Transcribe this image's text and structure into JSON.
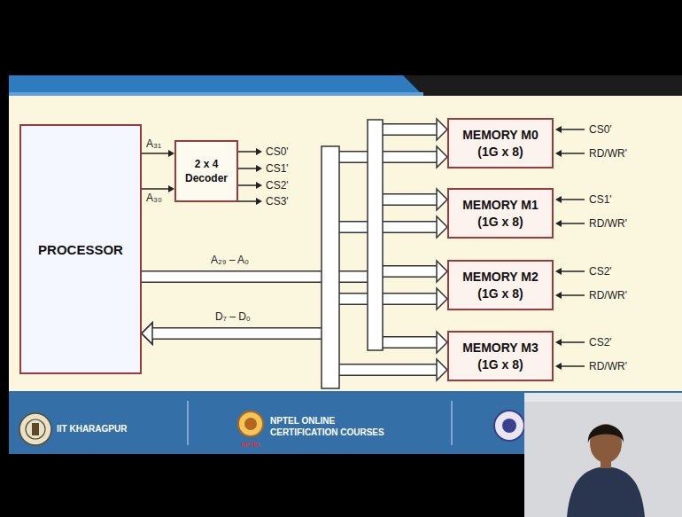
{
  "diagram": {
    "nodes": [
      {
        "text": [
          "PROCESSOR"
        ]
      },
      {
        "text": [
          "2 x 4 Decoder"
        ]
      },
      {
        "text": [
          "MEMORY M0",
          "(1G x 8)"
        ]
      },
      {
        "text": [
          "MEMORY M1",
          "(1G x 8)"
        ]
      },
      {
        "text": [
          "MEMORY M2",
          "(1G x 8)"
        ]
      },
      {
        "text": [
          "MEMORY M3",
          "(1G x 8)"
        ]
      }
    ],
    "edges": [
      {
        "from": 0,
        "to": 1,
        "arrow": "to",
        "label": "A₃₁"
      },
      {
        "from": 0,
        "to": 1,
        "arrow": "to",
        "label": "A₃₀"
      },
      {
        "from": 0,
        "to": 2,
        "arrow": "to"
      },
      {
        "from": 0,
        "to": 3,
        "arrow": "to"
      },
      {
        "from": 0,
        "to": 4,
        "arrow": "to"
      },
      {
        "from": 0,
        "to": 5,
        "arrow": "to"
      },
      {
        "from": 0,
        "to": 2,
        "arrow": "both"
      },
      {
        "from": 0,
        "to": 3,
        "arrow": "both"
      },
      {
        "from": 0,
        "to": 4,
        "arrow": "both"
      },
      {
        "from": 0,
        "to": 5,
        "arrow": "both"
      }
    ],
    "labels": [
      "CS0'",
      "CS1'",
      "CS2'",
      "CS3'",
      "A₂₉ – A₀",
      "D₇ – D₀",
      "CS0'",
      "RD/WR'",
      "CS1'",
      "RD/WR'",
      "CS2'",
      "RD/WR'",
      "CS2'",
      "RD/WR'",
      "IIT KHARAGPUR",
      "NPTEL ONLINE CERTIFICATION COURSES",
      "NPTEL"
    ]
  }
}
